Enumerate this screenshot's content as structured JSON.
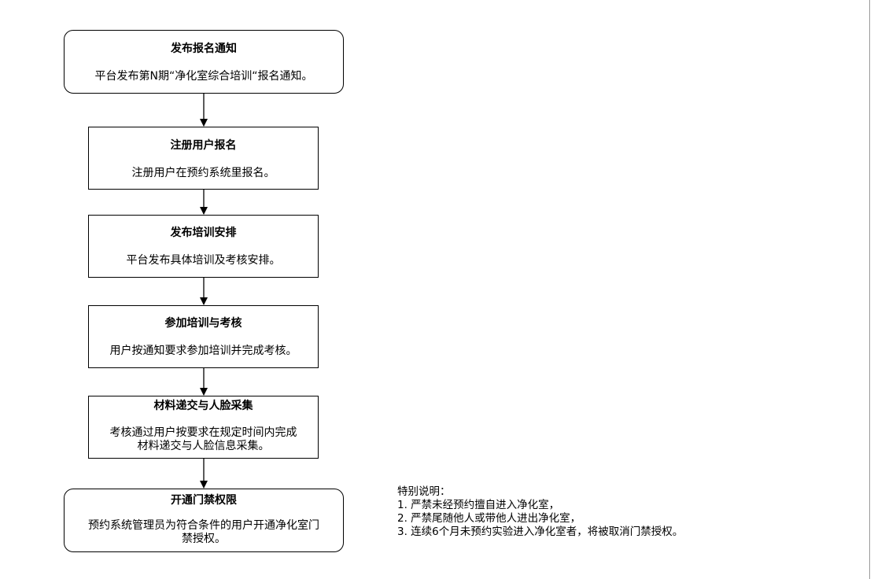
{
  "flow": {
    "steps": [
      {
        "title": "发布报名通知",
        "desc": [
          "平台发布第N期“净化室综合培训“报名通知。"
        ],
        "shape": "rounded"
      },
      {
        "title": "注册用户报名",
        "desc": [
          "注册用户在预约系统里报名。"
        ],
        "shape": "rect"
      },
      {
        "title": "发布培训安排",
        "desc": [
          "平台发布具体培训及考核安排。"
        ],
        "shape": "rect"
      },
      {
        "title": "参加培训与考核",
        "desc": [
          "用户按通知要求参加培训并完成考核。"
        ],
        "shape": "rect"
      },
      {
        "title": "材料递交与人脸采集",
        "desc": [
          "考核通过用户按要求在规定时间内完成",
          "材料递交与人脸信息采集。"
        ],
        "shape": "rect"
      },
      {
        "title": "开通门禁权限",
        "desc": [
          "预约系统管理员为符合条件的用户开通净化室门",
          "禁授权。"
        ],
        "shape": "rounded"
      }
    ]
  },
  "notes": {
    "heading": "特别说明：",
    "items": [
      "1. 严禁未经预约擅自进入净化室，",
      "2. 严禁尾随他人或带他人进出净化室，",
      "3. 连续6个月未预约实验进入净化室者，将被取消门禁授权。"
    ]
  }
}
